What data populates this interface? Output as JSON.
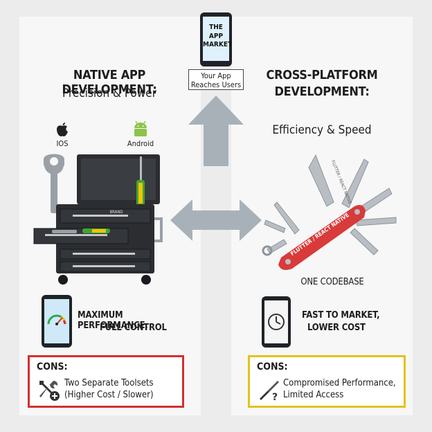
{
  "market": {
    "title": "THE APP MARKET",
    "label": "Your App Reaches Users"
  },
  "native": {
    "title": "NATIVE APP DEVELOPMENT:",
    "subtitle": "Precision & Power",
    "ios_label": "IOS",
    "android_label": "Android",
    "toolbox_brand": "BRAND",
    "benefit_line1": "MAXIMUM PERFORMANCE,",
    "benefit_line2": "FULL CONTROL",
    "cons": {
      "title": "CONS:",
      "line1": "Two Separate Toolsets",
      "line2": "(Higher Cost / Slower)",
      "border_color": "#d32f2f"
    }
  },
  "cross": {
    "title_line1": "CROSS-PLATFORM",
    "title_line2": "DEVELOPMENT:",
    "subtitle": "Efficiency & Speed",
    "knife_label": "FLUTTER / REACT NATIVE",
    "knife_blade_label": "FLUTTER / REACT NATIVE",
    "codebase_label": "ONE CODEBASE",
    "benefit_line1": "FAST TO MARKET,",
    "benefit_line2": "LOWER COST",
    "cons": {
      "title": "CONS:",
      "line1": "Compromised Performance,",
      "line2": "Limited Access",
      "border_color": "#e3c21c"
    }
  },
  "colors": {
    "arrow": "#a9b1b8",
    "toolbox": "#2b2d31",
    "knife": "#d93a3a",
    "android": "#8bc34a"
  }
}
